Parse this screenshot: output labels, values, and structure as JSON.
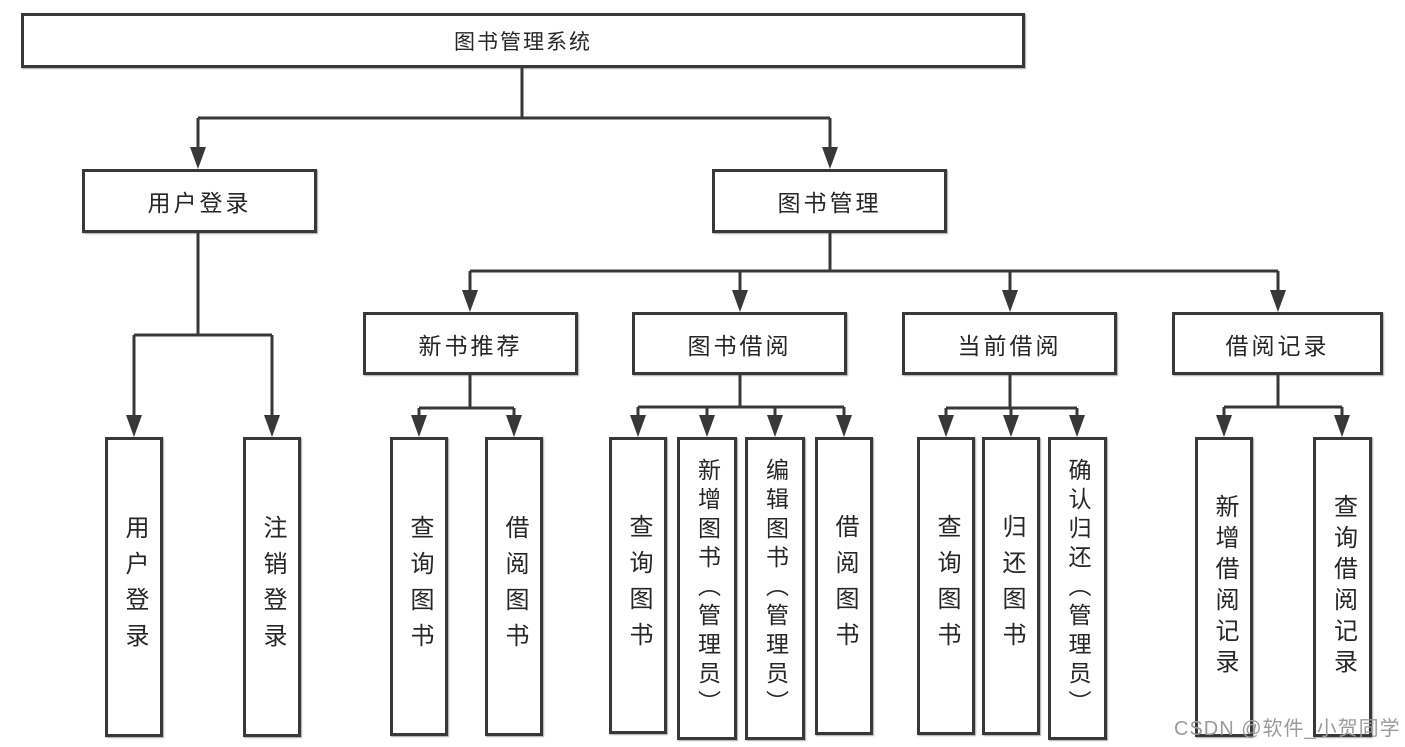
{
  "tree": {
    "label": "图书管理系统",
    "children": [
      {
        "label": "用户登录",
        "children": [
          {
            "label": "用户登录"
          },
          {
            "label": "注销登录"
          }
        ]
      },
      {
        "label": "图书管理",
        "children": [
          {
            "label": "新书推荐",
            "children": [
              {
                "label": "查询图书"
              },
              {
                "label": "借阅图书"
              }
            ]
          },
          {
            "label": "图书借阅",
            "children": [
              {
                "label": "查询图书"
              },
              {
                "label": "新增图书（管理员）"
              },
              {
                "label": "编辑图书（管理员）"
              },
              {
                "label": "借阅图书"
              }
            ]
          },
          {
            "label": "当前借阅",
            "children": [
              {
                "label": "查询图书"
              },
              {
                "label": "归还图书"
              },
              {
                "label": "确认归还（管理员）"
              }
            ]
          },
          {
            "label": "借阅记录",
            "children": [
              {
                "label": "新增借阅记录"
              },
              {
                "label": "查询借阅记录"
              }
            ]
          }
        ]
      }
    ]
  },
  "watermark": {
    "text": "CSDN @软件_小贺同学"
  },
  "colors": {
    "line": "#383838",
    "box_border": "#383838",
    "text": "#262626",
    "watermark": "#9b9b9b",
    "background": "#ffffff"
  }
}
